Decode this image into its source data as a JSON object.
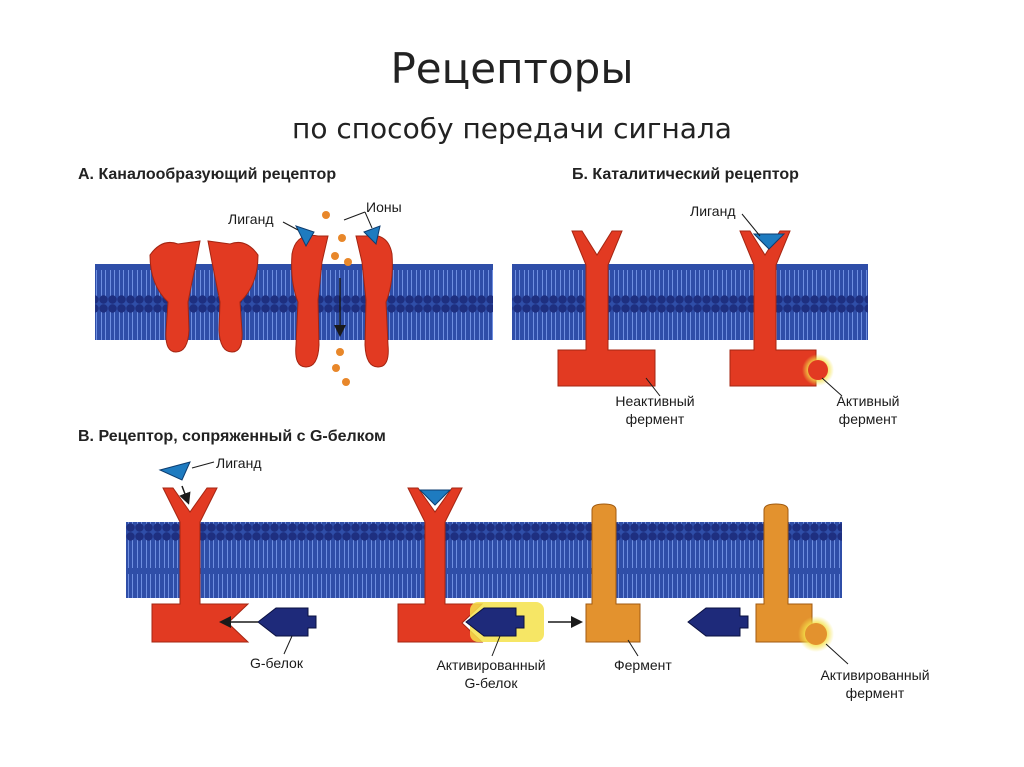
{
  "title": "Рецепторы",
  "subtitle": "по способу передачи сигнала",
  "sections": {
    "a": "А. Каналообразующий рецептор",
    "b": "Б. Каталитический рецептор",
    "c": "В. Рецептор, сопряженный с G-белком"
  },
  "labels": {
    "a_ligand": "Лиганд",
    "a_ions": "Ионы",
    "b_ligand": "Лиганд",
    "b_inactive_1": "Неактивный",
    "b_inactive_2": "фермент",
    "b_active_1": "Активный",
    "b_active_2": "фермент",
    "c_ligand": "Лиганд",
    "c_gprotein": "G-белок",
    "c_activated_g_1": "Активированный",
    "c_activated_g_2": "G-белок",
    "c_enzyme": "Фермент",
    "c_activated_enzyme_1": "Активированный",
    "c_activated_enzyme_2": "фермент"
  },
  "colors": {
    "membrane": "#2f4ea8",
    "head": "#1e2f80",
    "receptor": "#e23a22",
    "enzyme": "#e3922e",
    "gprotein": "#1e2a7a",
    "ligand": "#1e7bc0",
    "ion": "#e8872a",
    "glow": "#f4e24a"
  }
}
